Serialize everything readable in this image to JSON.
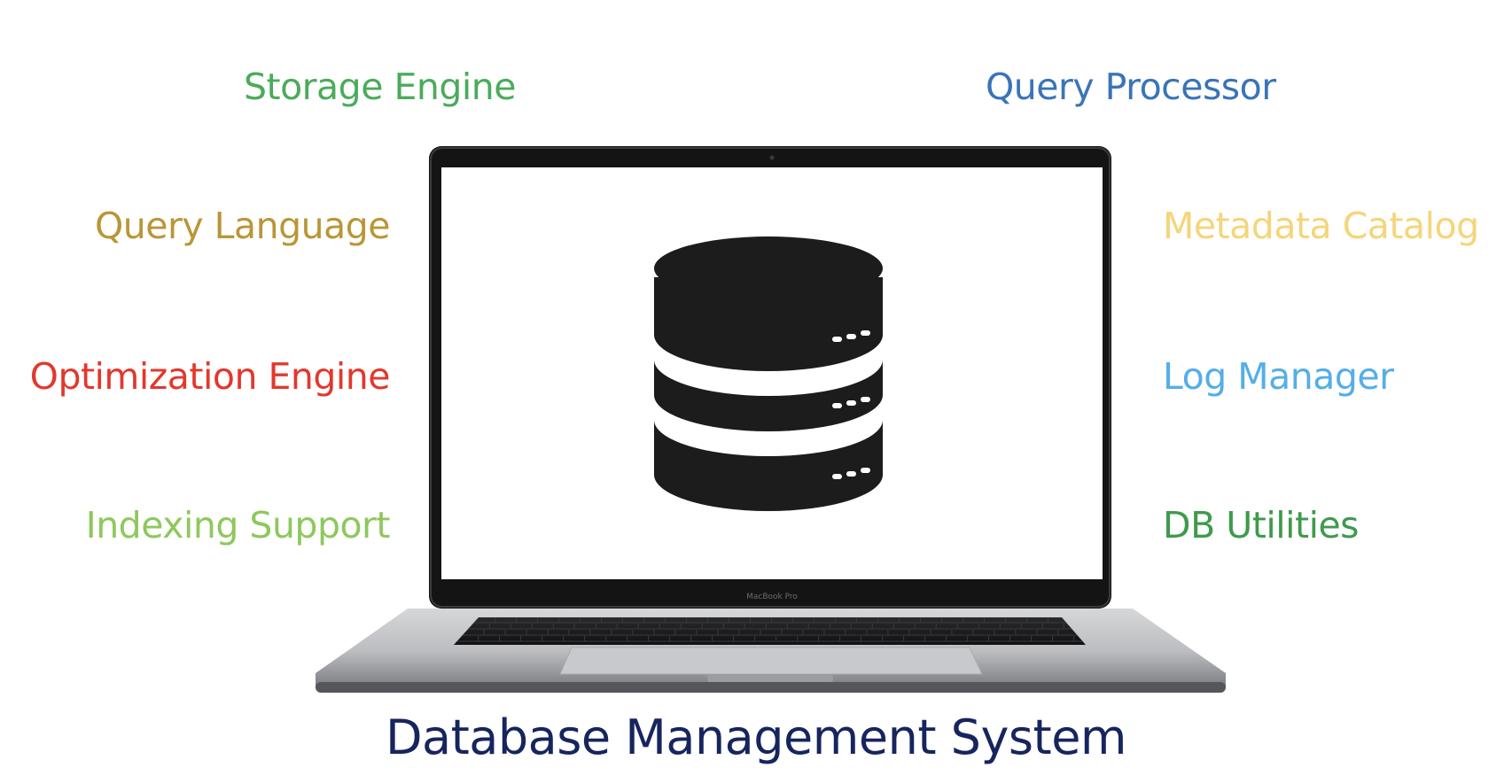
{
  "components": {
    "storage_engine": "Storage Engine",
    "query_processor": "Query Processor",
    "query_language": "Query Language",
    "metadata_catalog": "Metadata Catalog",
    "optimization_engine": "Optimization Engine",
    "log_manager": "Log Manager",
    "indexing_support": "Indexing Support",
    "db_utilities": "DB Utilities"
  },
  "colors": {
    "storage_engine": "#4bab5b",
    "query_processor": "#3a74b8",
    "query_language": "#b99637",
    "metadata_catalog": "#f5d57a",
    "optimization_engine": "#e2382d",
    "log_manager": "#55aee8",
    "indexing_support": "#8ec85d",
    "db_utilities": "#3f9a4c",
    "title": "#17255e"
  },
  "title": "Database Management System",
  "center_icon": "database-icon"
}
